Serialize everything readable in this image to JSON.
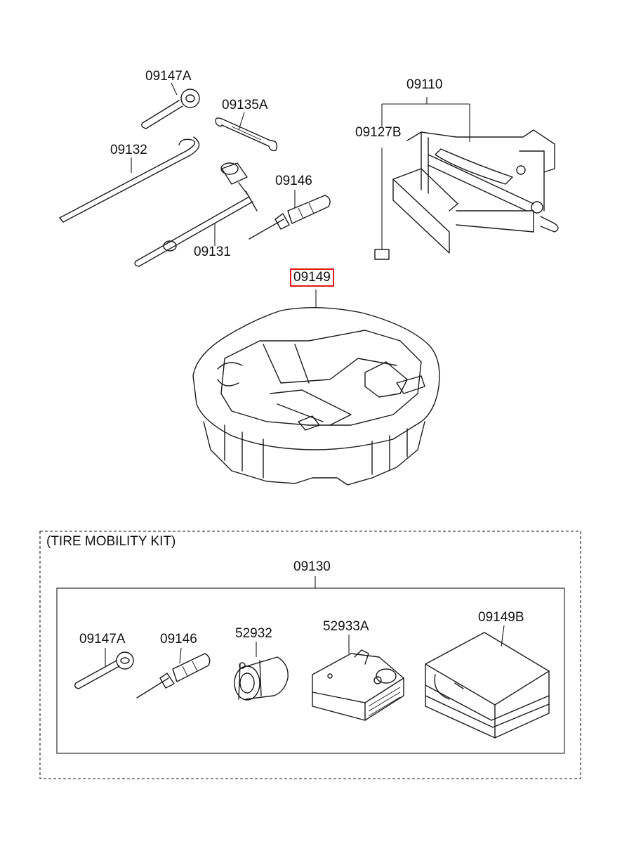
{
  "parts": {
    "wheel_nut_wrench_hook": "09147A",
    "spanner": "09135A",
    "jack_assembly": "09110",
    "jack_label": "09127B",
    "jack_handle": "09132",
    "screwdriver": "09146",
    "wheel_wrench": "09131",
    "tray_case": "09149"
  },
  "kit": {
    "title": "(TIRE MOBILITY KIT)",
    "assembly": "09130",
    "items": {
      "hook": "09147A",
      "screwdriver": "09146",
      "valve": "52932",
      "compressor": "52933A",
      "case": "09149B"
    }
  },
  "colors": {
    "highlight": "#e01818",
    "line": "#1a1a1a"
  }
}
